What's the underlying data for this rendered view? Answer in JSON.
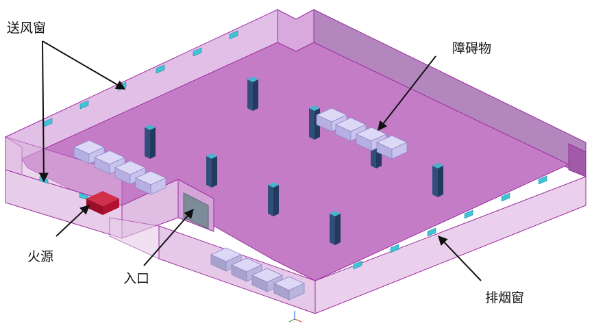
{
  "labels": {
    "supply_vent": "送风窗",
    "obstacle": "障碍物",
    "fire_source": "火源",
    "entrance": "入口",
    "smoke_vent": "排烟窗"
  },
  "colors": {
    "floor": "#c47cc6",
    "wall_outer": "#e6c6e8",
    "wall_right": "#b07ab8",
    "wall_inner": "#d8a9dc",
    "edge": "#9b2d9f",
    "vent": "#3ec3d8",
    "column_front": "#2f4f7a",
    "column_side": "#213a5e",
    "column_top": "#46b3cf",
    "obstacle": "#c6c2ee",
    "fire": "#b3122e",
    "arrow": "#111111"
  }
}
